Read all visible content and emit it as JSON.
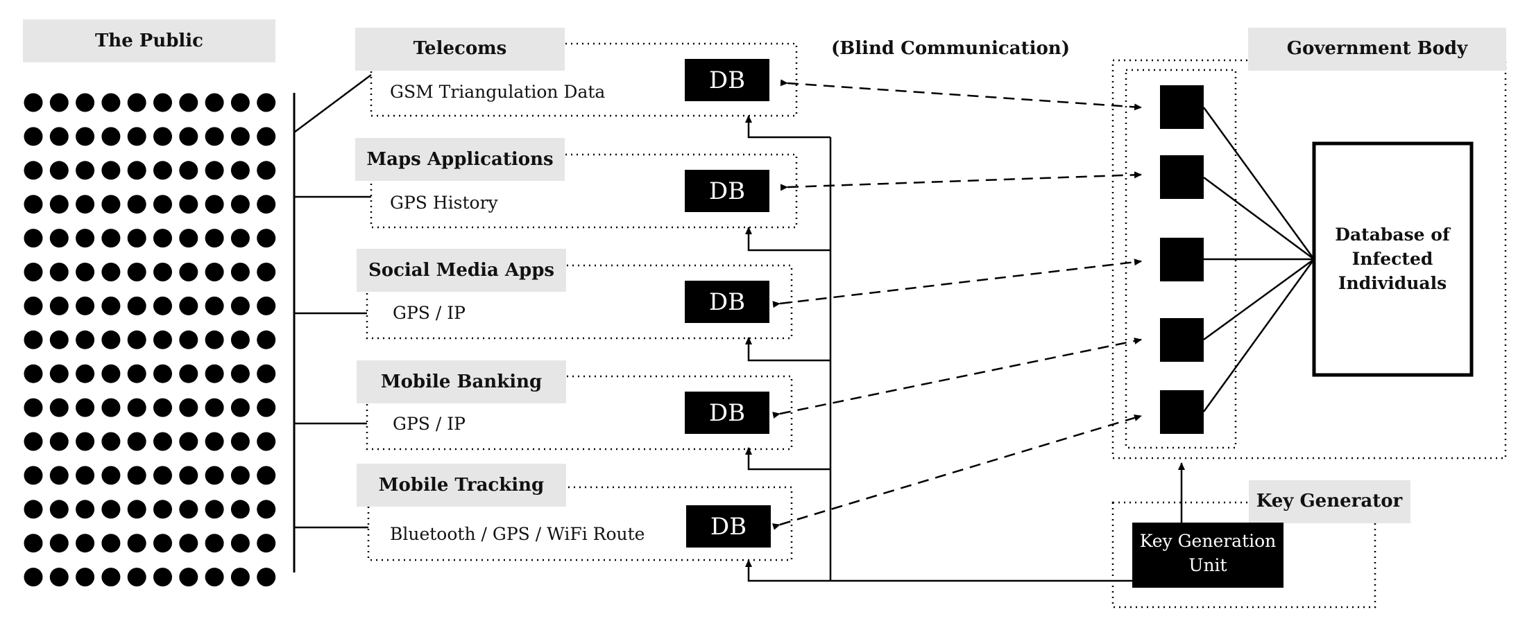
{
  "public": {
    "title": "The Public"
  },
  "blind_label": "(Blind Communication)",
  "sources": [
    {
      "header": "Telecoms",
      "detail": "GSM Triangulation Data",
      "db": "DB"
    },
    {
      "header": "Maps Applications",
      "detail": "GPS History",
      "db": "DB"
    },
    {
      "header": "Social Media Apps",
      "detail": "GPS / IP",
      "db": "DB"
    },
    {
      "header": "Mobile Banking",
      "detail": "GPS / IP",
      "db": "DB"
    },
    {
      "header": "Mobile Tracking",
      "detail": "Bluetooth  / GPS / WiFi Route",
      "db": "DB"
    }
  ],
  "government": {
    "title": "Government Body",
    "database_lines": [
      "Database of",
      "Infected",
      "Individuals"
    ]
  },
  "key_generator": {
    "title": "Key Generator",
    "unit_lines": [
      "Key Generation",
      "Unit"
    ]
  },
  "colors": {
    "header_bg": "#e6e6e6",
    "ink": "#000000"
  }
}
